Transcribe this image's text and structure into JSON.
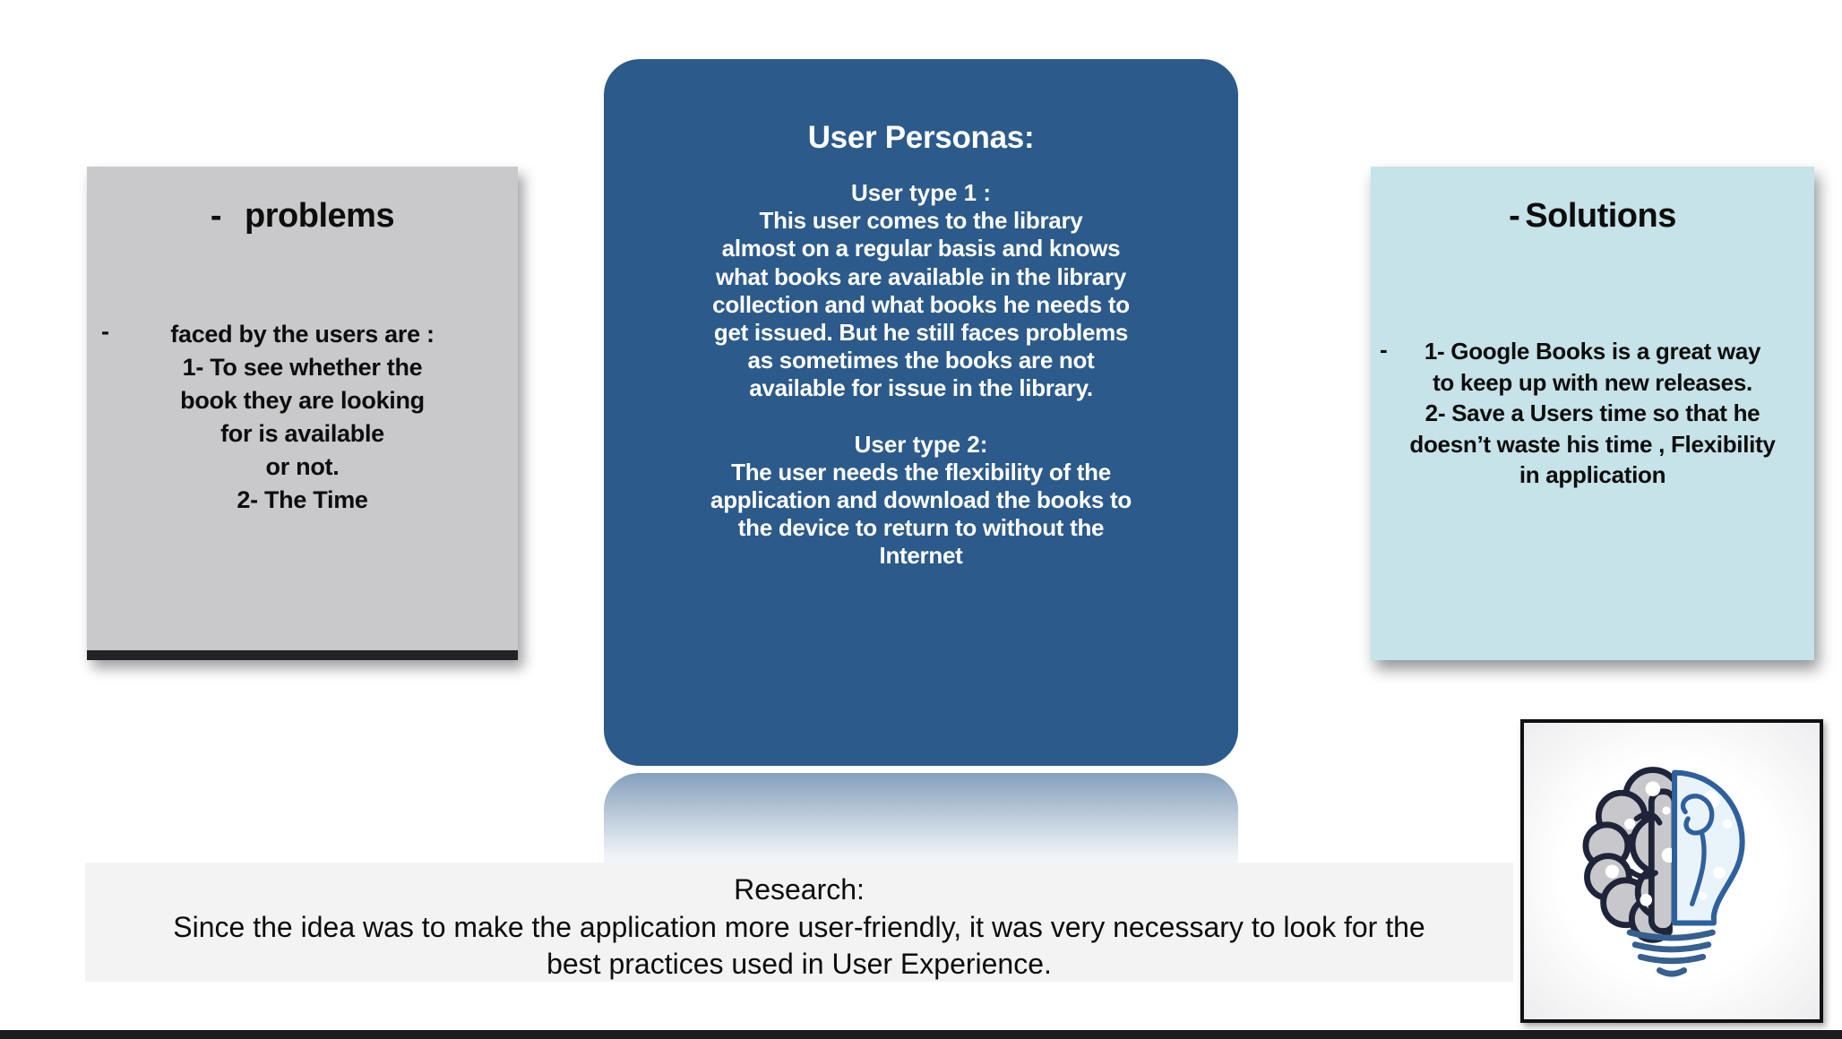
{
  "page": {
    "background_color": "#ffffff",
    "bottom_bar_color": "#1b1b20"
  },
  "cards": {
    "problems": {
      "title_bullet": "-",
      "title": "problems",
      "body_bullet": "-",
      "body": "faced by the users are :\n1- To see whether the\nbook they are looking\nfor is available\nor not.\n2- The Time",
      "bg_color": "#c9c9cb",
      "edge_color": "#232327",
      "text_color": "#0d0d0d"
    },
    "personas": {
      "title": "User Personas:",
      "sections": [
        {
          "heading": "User type 1 :",
          "body": "This user comes to the library\nalmost on a regular basis and knows\nwhat books are available in the library\ncollection and what books he needs to\nget issued. But he still faces problems\nas sometimes the books are not\navailable for issue in the library."
        },
        {
          "heading": "User type 2:",
          "body": "The user needs the flexibility of the\napplication and download the books to\nthe device to return to without the\nInternet"
        }
      ],
      "bg_color": "#2b5a8b",
      "text_color": "#ffffff"
    },
    "solutions": {
      "title_bullet": "-",
      "title": "Solutions",
      "body_bullet": "-",
      "body": "1- Google Books is a great way\nto keep up with new releases.\n2- Save a Users time so that he\ndoesn’t waste his time , Flexibility\nin application",
      "bg_color": "#c5e3e8",
      "text_color": "#0d0d0d"
    }
  },
  "research": {
    "heading": "Research:",
    "body": "Since the idea was to make the application more user-friendly, it was very necessary to look for the\nbest practices used in User Experience.",
    "bg_color": "#f3f3f3"
  },
  "illustration": {
    "name": "brain-lightbulb-icon",
    "brain_fill": "#c8c8cc",
    "brain_outline": "#20243a",
    "bulb_fill": "#e9f3fa",
    "bulb_outline": "#2f609e"
  }
}
